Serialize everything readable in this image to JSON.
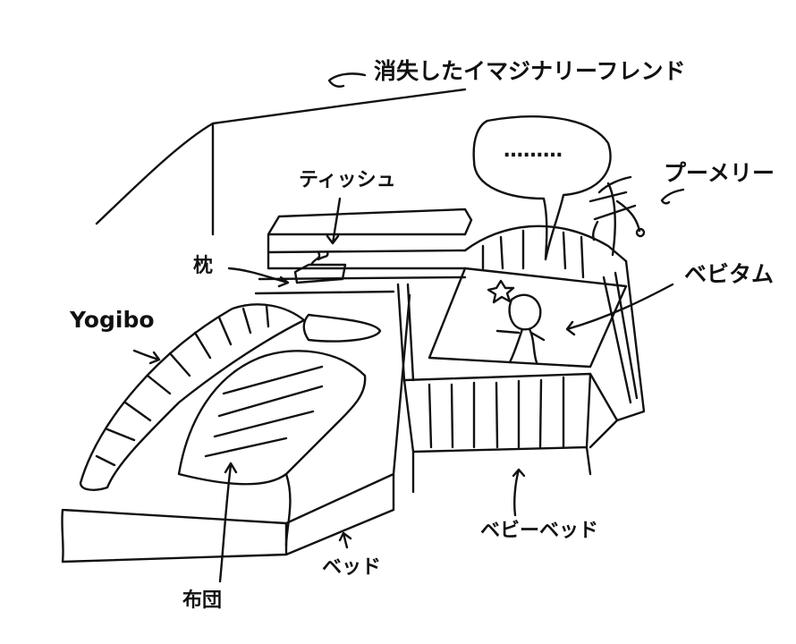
{
  "labels": {
    "imaginary_friend": "消失したイマジナリーフレンド",
    "tissue": "ティッシュ",
    "pillow": "枕",
    "yogibo": "Yogibo",
    "speech": "………",
    "mobile": "プーメリー",
    "doll": "ベビタム",
    "futon": "布団",
    "bed": "ベッド",
    "baby_bed": "ベビーベッド"
  },
  "colors": {
    "ink": "#111111",
    "background": "#ffffff"
  }
}
